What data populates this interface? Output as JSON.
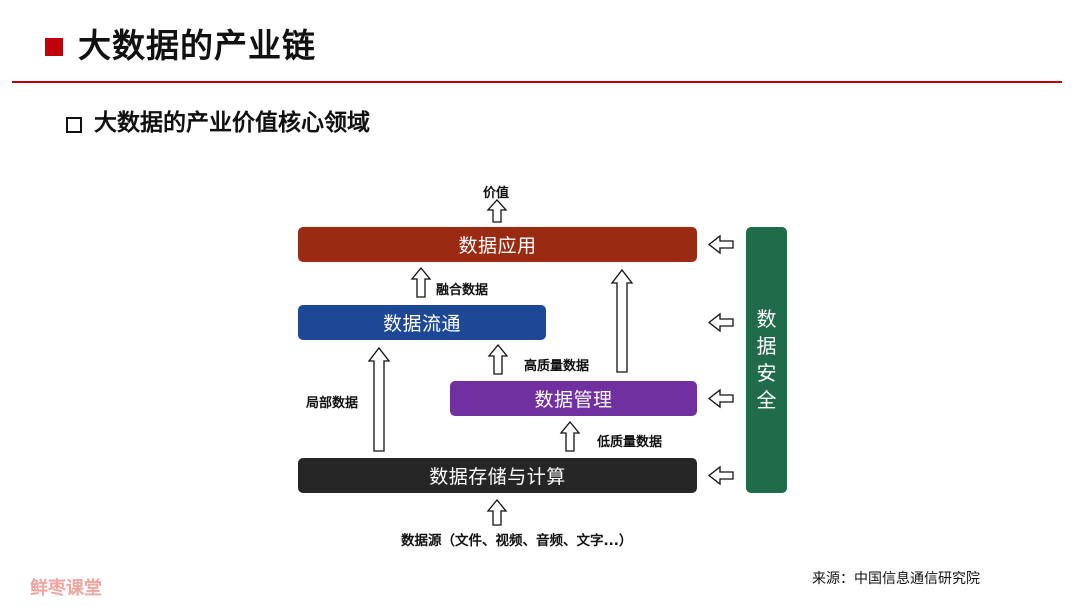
{
  "header": {
    "title": "大数据的产业链",
    "subtitle": "大数据的产业价值核心领域"
  },
  "diagram": {
    "boxes": {
      "application": "数据应用",
      "circulation": "数据流通",
      "management": "数据管理",
      "storage_compute": "数据存储与计算",
      "security": [
        "数",
        "据",
        "安",
        "全"
      ]
    },
    "labels": {
      "value": "价值",
      "fused_data": "融合数据",
      "local_data": "局部数据",
      "high_quality_data": "高质量数据",
      "low_quality_data": "低质量数据",
      "data_source": "数据源（文件、视频、音频、文字...）"
    }
  },
  "footer": {
    "source_note": "来源：中国信息通信研究院",
    "watermark": "鲜枣课堂"
  },
  "colors": {
    "accent_red": "#c0000b",
    "application": "#9b2a13",
    "circulation": "#1c4896",
    "management": "#7030a0",
    "storage_compute": "#262626",
    "security": "#206c4a"
  }
}
